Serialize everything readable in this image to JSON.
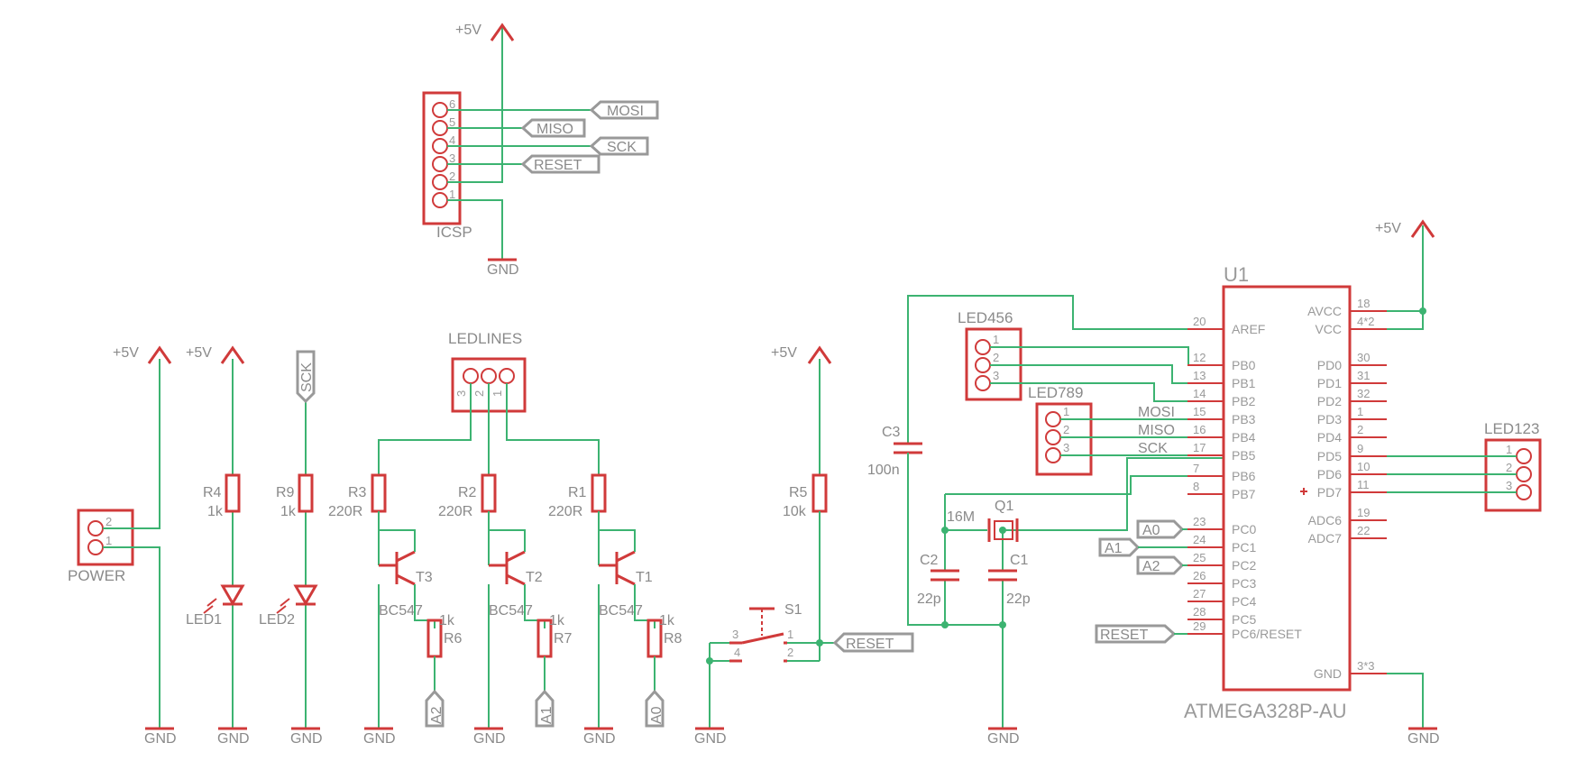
{
  "supply": {
    "vcc": "+5V",
    "gnd": "GND"
  },
  "icsp": {
    "ref": "ICSP",
    "pins": [
      "6",
      "5",
      "4",
      "3",
      "2",
      "1"
    ]
  },
  "signals": {
    "mosi": "MOSI",
    "miso": "MISO",
    "sck": "SCK",
    "reset": "RESET",
    "a0": "A0",
    "a1": "A1",
    "a2": "A2"
  },
  "power": {
    "ref": "POWER",
    "pins": [
      "2",
      "1"
    ]
  },
  "ledlines": {
    "ref": "LEDLINES",
    "pins": [
      "3",
      "2",
      "1"
    ]
  },
  "resistors": {
    "r4": {
      "ref": "R4",
      "value": "1k"
    },
    "r9": {
      "ref": "R9",
      "value": "1k"
    },
    "r3": {
      "ref": "R3",
      "value": "220R"
    },
    "r2": {
      "ref": "R2",
      "value": "220R"
    },
    "r1": {
      "ref": "R1",
      "value": "220R"
    },
    "r5": {
      "ref": "R5",
      "value": "10k"
    },
    "r6": {
      "ref": "R6",
      "value": "1k"
    },
    "r7": {
      "ref": "R7",
      "value": "1k"
    },
    "r8": {
      "ref": "R8",
      "value": "1k"
    }
  },
  "leds": {
    "led1": "LED1",
    "led2": "LED2"
  },
  "transistors": {
    "t1": {
      "ref": "T1",
      "value": "BC547"
    },
    "t2": {
      "ref": "T2",
      "value": "BC547"
    },
    "t3": {
      "ref": "T3",
      "value": "BC547"
    }
  },
  "switch": {
    "ref": "S1",
    "pins": [
      "3",
      "4",
      "1",
      "2"
    ]
  },
  "caps": {
    "c3": {
      "ref": "C3",
      "value": "100n"
    },
    "c2": {
      "ref": "C2",
      "value": "22p"
    },
    "c1": {
      "ref": "C1",
      "value": "22p"
    }
  },
  "crystal": {
    "ref": "Q1",
    "value": "16M"
  },
  "led456": {
    "ref": "LED456",
    "pins": [
      "1",
      "2",
      "3"
    ]
  },
  "led789": {
    "ref": "LED789",
    "pins": [
      "1",
      "2",
      "3"
    ]
  },
  "led123": {
    "ref": "LED123",
    "pins": [
      "1",
      "2",
      "3"
    ]
  },
  "mcu": {
    "ref": "U1",
    "value": "ATMEGA328P-AU",
    "left": [
      {
        "num": "20",
        "name": "AREF"
      },
      {
        "num": "12",
        "name": "PB0"
      },
      {
        "num": "13",
        "name": "PB1"
      },
      {
        "num": "14",
        "name": "PB2"
      },
      {
        "num": "15",
        "name": "PB3"
      },
      {
        "num": "16",
        "name": "PB4"
      },
      {
        "num": "17",
        "name": "PB5"
      },
      {
        "num": "7",
        "name": "PB6"
      },
      {
        "num": "8",
        "name": "PB7"
      },
      {
        "num": "23",
        "name": "PC0"
      },
      {
        "num": "24",
        "name": "PC1"
      },
      {
        "num": "25",
        "name": "PC2"
      },
      {
        "num": "26",
        "name": "PC3"
      },
      {
        "num": "27",
        "name": "PC4"
      },
      {
        "num": "28",
        "name": "PC5"
      },
      {
        "num": "29",
        "name": "PC6/RESET"
      }
    ],
    "right": [
      {
        "num": "18",
        "name": "AVCC"
      },
      {
        "num": "4*2",
        "name": "VCC"
      },
      {
        "num": "30",
        "name": "PD0"
      },
      {
        "num": "31",
        "name": "PD1"
      },
      {
        "num": "32",
        "name": "PD2"
      },
      {
        "num": "1",
        "name": "PD3"
      },
      {
        "num": "2",
        "name": "PD4"
      },
      {
        "num": "9",
        "name": "PD5"
      },
      {
        "num": "10",
        "name": "PD6"
      },
      {
        "num": "11",
        "name": "PD7"
      },
      {
        "num": "19",
        "name": "ADC6"
      },
      {
        "num": "22",
        "name": "ADC7"
      },
      {
        "num": "3*3",
        "name": "GND"
      }
    ]
  }
}
